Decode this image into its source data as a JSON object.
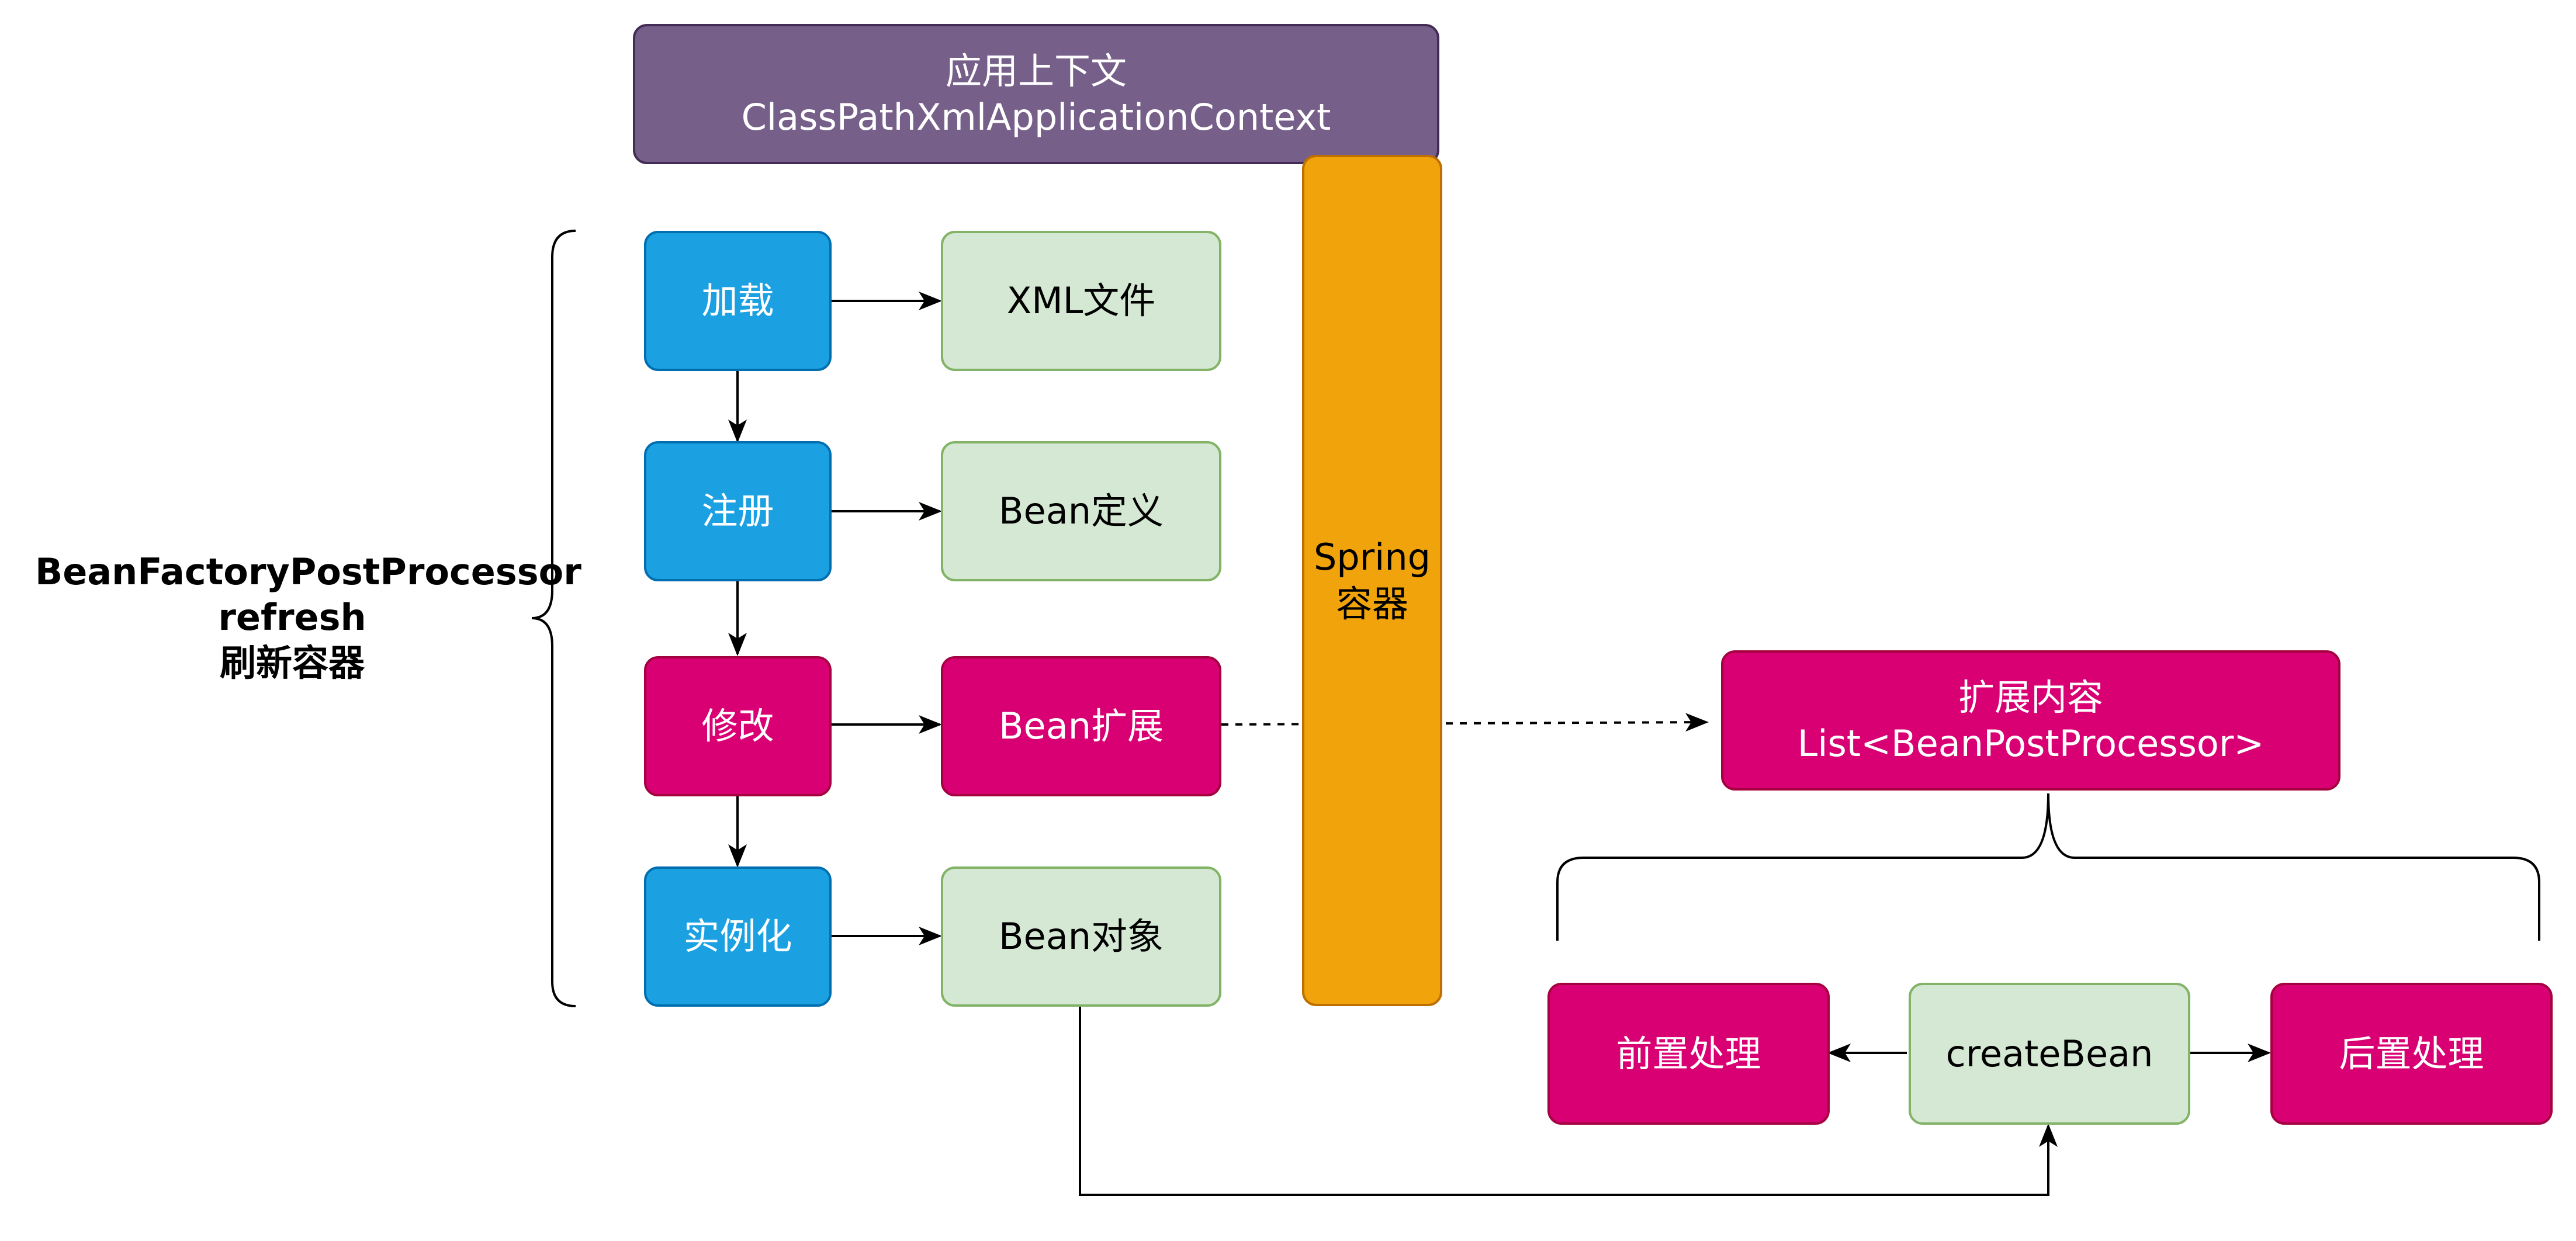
{
  "context": {
    "line1": "应用上下文",
    "line2": "ClassPathXmlApplicationContext"
  },
  "container": {
    "line1": "Spring",
    "line2": "容器"
  },
  "side_label": {
    "line1": "BeanFactoryPostProcessor",
    "line2": "refresh",
    "line3": "刷新容器"
  },
  "steps": {
    "load": "加载",
    "register": "注册",
    "modify": "修改",
    "instantiate": "实例化"
  },
  "outputs": {
    "xml": "XML文件",
    "definition": "Bean定义",
    "extension": "Bean扩展",
    "object": "Bean对象"
  },
  "extension_content": {
    "line1": "扩展内容",
    "line2": "List<BeanPostProcessor>"
  },
  "processing": {
    "pre": "前置处理",
    "create": "createBean",
    "post": "后置处理"
  },
  "colors": {
    "blue": "#1ba1e2",
    "green": "#d5e8d4",
    "pink": "#d80073",
    "purple": "#76608a",
    "orange": "#f0a30a"
  }
}
